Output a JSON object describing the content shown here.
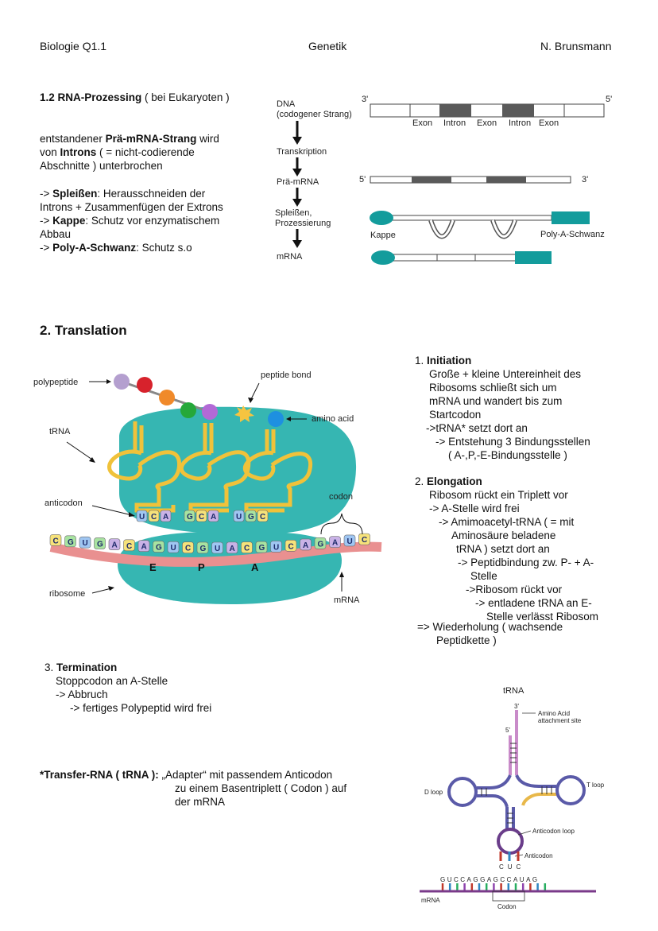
{
  "header": {
    "left": "Biologie Q1.1",
    "center": "Genetik",
    "right": "N. Brunsmann"
  },
  "section1": {
    "title_bold": "1.2 RNA-Prozessing",
    "title_rest": " ( bei Eukaryoten )",
    "p1_a": "entstandener ",
    "p1_b": "Prä-mRNA-Strang",
    "p1_c": " wird",
    "p2_a": "von ",
    "p2_b": "Introns",
    "p2_c": " ( = nicht-codierende",
    "p3": "Abschnitte ) unterbrochen",
    "s1_a": "-> ",
    "s1_b": "Spleißen",
    "s1_c": ": Herausschneiden der",
    "s2": "Introns + Zusammenfügen der Extrons",
    "s3_a": "-> ",
    "s3_b": "Kappe",
    "s3_c": ": Schutz vor enzymatischem",
    "s4": "Abbau",
    "s5_a": "-> ",
    "s5_b": "Poly-A-Schwanz",
    "s5_c": ": Schutz s.o"
  },
  "diagram1": {
    "dna": "DNA",
    "dna_sub": "(codogener Strang)",
    "three_prime": "3'",
    "five_prime": "5'",
    "exon": "Exon",
    "intron": "Intron",
    "transkription": "Transkription",
    "pra_mrna": "Prä-mRNA",
    "spleissen": "Spleißen,",
    "prozessierung": "Prozessierung",
    "kappe": "Kappe",
    "polya": "Poly-A-Schwanz",
    "mrna": "mRNA"
  },
  "section2": {
    "title": "2. Translation",
    "init_num": "1. ",
    "init_title": "Initiation",
    "init_lines": [
      "Große + kleine Untereinheit des",
      "Ribosoms schließt sich um",
      "mRNA und wandert bis zum",
      "Startcodon",
      "->tRNA* setzt dort an",
      "-> Entstehung 3 Bindungsstellen",
      "( A-,P,-E-Bindungsstelle )"
    ],
    "elong_num": "2. ",
    "elong_title": "Elongation",
    "elong_lines": [
      "Ribosom rückt ein Triplett vor",
      "-> A-Stelle wird frei",
      "-> Amimoacetyl-tRNA ( = mit",
      "Aminosäure beladene",
      "tRNA ) setzt dort an",
      "-> Peptidbindung zw. P- + A-",
      "Stelle",
      "->Ribosom rückt vor",
      "-> entladene tRNA an E-",
      "Stelle verlässt Ribosom"
    ],
    "repeat_lines": [
      "=> Wiederholung ( wachsende",
      "Peptidkette )"
    ],
    "term_num": "3. ",
    "term_title": "Termination",
    "term_lines": [
      "Stoppcodon an A-Stelle",
      "-> Abbruch",
      "-> fertiges Polypeptid wird frei"
    ],
    "trna_def_bold": "*Transfer-RNA ( tRNA ):",
    "trna_def_lines": [
      " „Adapter“ mit passendem Anticodon",
      "zu einem Basentriplett ( Codon ) auf",
      "der mRNA"
    ]
  },
  "ribosome_diagram": {
    "polypeptide": "polypeptide",
    "peptide_bond": "peptide bond",
    "amino_acid": "amino acid",
    "trna": "tRNA",
    "anticodon": "anticodon",
    "codon": "codon",
    "ribosome": "ribosome",
    "mrna": "mRNA",
    "site_e": "E",
    "site_p": "P",
    "site_a": "A",
    "mrna_bases": [
      "C",
      "G",
      "U",
      "G",
      "A",
      "C",
      "A",
      "G",
      "U",
      "C",
      "G",
      "U",
      "A",
      "C",
      "G",
      "U",
      "C",
      "A",
      "G",
      "A",
      "U",
      "C"
    ],
    "anticodons": [
      [
        "U",
        "C",
        "A"
      ],
      [
        "G",
        "C",
        "A"
      ],
      [
        "U",
        "G",
        "C"
      ]
    ]
  },
  "trna_structure": {
    "title": "tRNA",
    "three_prime": "3'",
    "five_prime": "5'",
    "amino_site_1": "Amino Acid",
    "amino_site_2": "attachment site",
    "d_loop": "D loop",
    "t_loop": "T loop",
    "anticodon_loop": "Anticodon loop",
    "anticodon": "Anticodon",
    "anticodon_seq": "CUC",
    "mrna_seq": "GUCCAGGAGCCAUAG",
    "mrna": "mRNA",
    "codon": "Codon"
  }
}
